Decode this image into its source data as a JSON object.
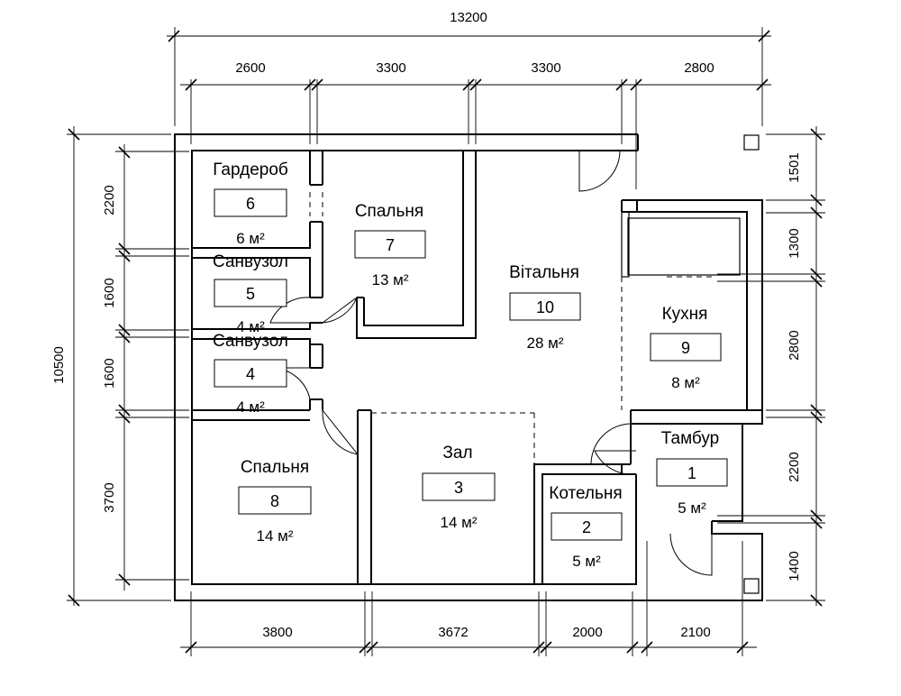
{
  "dimensions": {
    "total_width": "13200",
    "total_height": "10500",
    "top": [
      "2600",
      "3300",
      "3300",
      "2800"
    ],
    "bottom": [
      "3800",
      "3672",
      "2000",
      "2100"
    ],
    "left": [
      "2200",
      "1600",
      "1600",
      "3700"
    ],
    "right": [
      "1501",
      "1300",
      "2800",
      "2200",
      "1400"
    ]
  },
  "rooms": {
    "r1": {
      "name": "Тамбур",
      "number": "1",
      "area": "5 м²"
    },
    "r2": {
      "name": "Котельня",
      "number": "2",
      "area": "5 м²"
    },
    "r3": {
      "name": "Зал",
      "number": "3",
      "area": "14 м²"
    },
    "r4": {
      "name": "Санвузол",
      "number": "4",
      "area": "4 м²"
    },
    "r5": {
      "name": "Санвузол",
      "number": "5",
      "area": "4 м²"
    },
    "r6": {
      "name": "Гардероб",
      "number": "6",
      "area": "6 м²"
    },
    "r7": {
      "name": "Спальня",
      "number": "7",
      "area": "13 м²"
    },
    "r8": {
      "name": "Спальня",
      "number": "8",
      "area": "14 м²"
    },
    "r9": {
      "name": "Кухня",
      "number": "9",
      "area": "8 м²"
    },
    "r10": {
      "name": "Вітальня",
      "number": "10",
      "area": "28 м²"
    }
  }
}
